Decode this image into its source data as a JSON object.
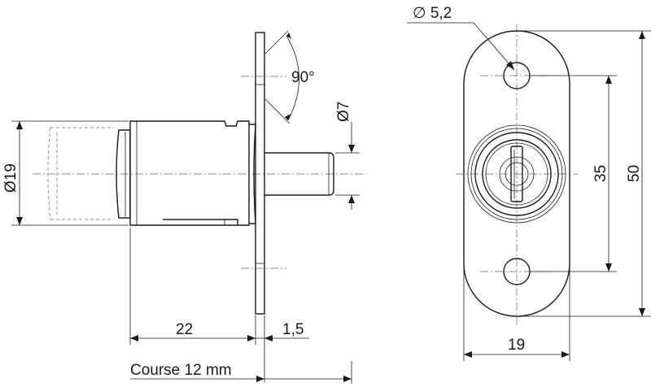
{
  "dimensions": {
    "hole_dia": "∅ 5,2",
    "angle": "90°",
    "pin_dia": "Ø7",
    "body_dia": "Ø19",
    "body_length": "22",
    "flange_thickness": "1,5",
    "stroke": "Course 12 mm",
    "hole_spacing": "35",
    "plate_height": "50",
    "plate_width": "19"
  }
}
